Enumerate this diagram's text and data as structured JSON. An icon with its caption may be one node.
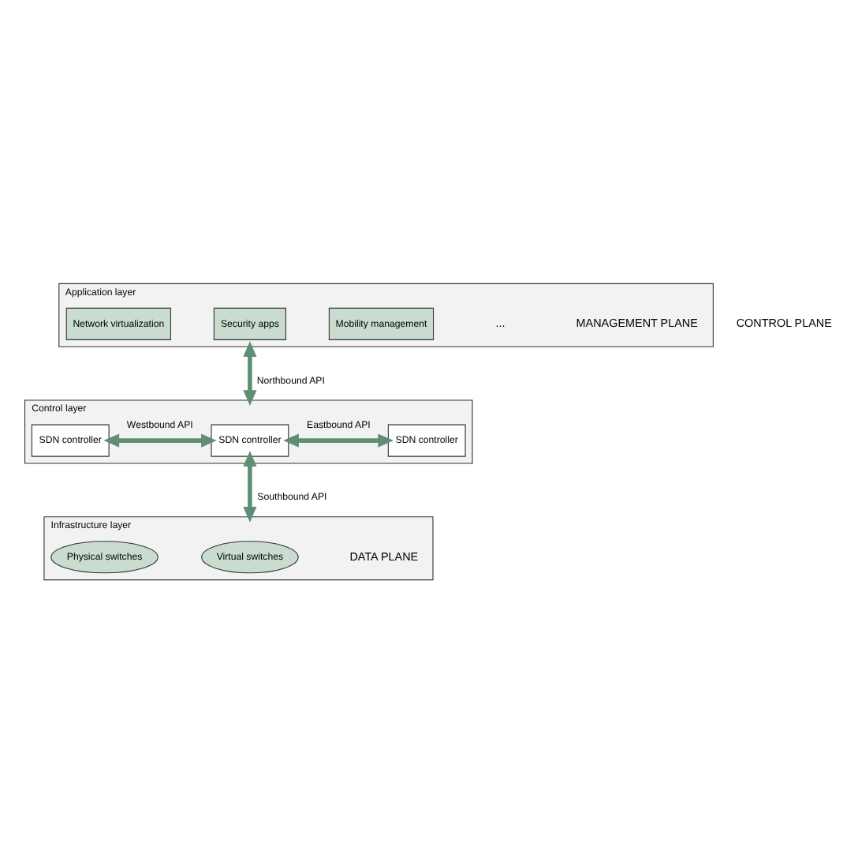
{
  "diagram": {
    "nodes": [
      {
        "text": [
          "Application layer"
        ]
      },
      {
        "text": [
          "Network virtualization"
        ],
        "in": 0
      },
      {
        "text": [
          "Security apps"
        ],
        "in": 0
      },
      {
        "text": [
          "Mobility management"
        ],
        "in": 0
      },
      {
        "text": [
          "Control layer"
        ]
      },
      {
        "text": [
          "SDN controller"
        ],
        "in": 4
      },
      {
        "text": [
          "SDN controller"
        ],
        "in": 4
      },
      {
        "text": [
          "SDN controller"
        ],
        "in": 4
      },
      {
        "text": [
          "Infrastructure layer"
        ]
      },
      {
        "text": [
          "Physical switches"
        ],
        "in": 8
      },
      {
        "text": [
          "Virtual switches"
        ],
        "in": 8
      }
    ],
    "edges": [
      {
        "from": 0,
        "to": 4,
        "arrow": "both",
        "label": "Northbound API"
      },
      {
        "from": 5,
        "to": 6,
        "arrow": "both",
        "label": "Westbound API"
      },
      {
        "from": 6,
        "to": 7,
        "arrow": "both",
        "label": "Eastbound API"
      },
      {
        "from": 6,
        "to": 8,
        "arrow": "both",
        "label": "Southbound API"
      }
    ],
    "labels": [
      "...",
      "MANAGEMENT PLANE",
      "CONTROL PLANE",
      "DATA PLANE"
    ]
  }
}
